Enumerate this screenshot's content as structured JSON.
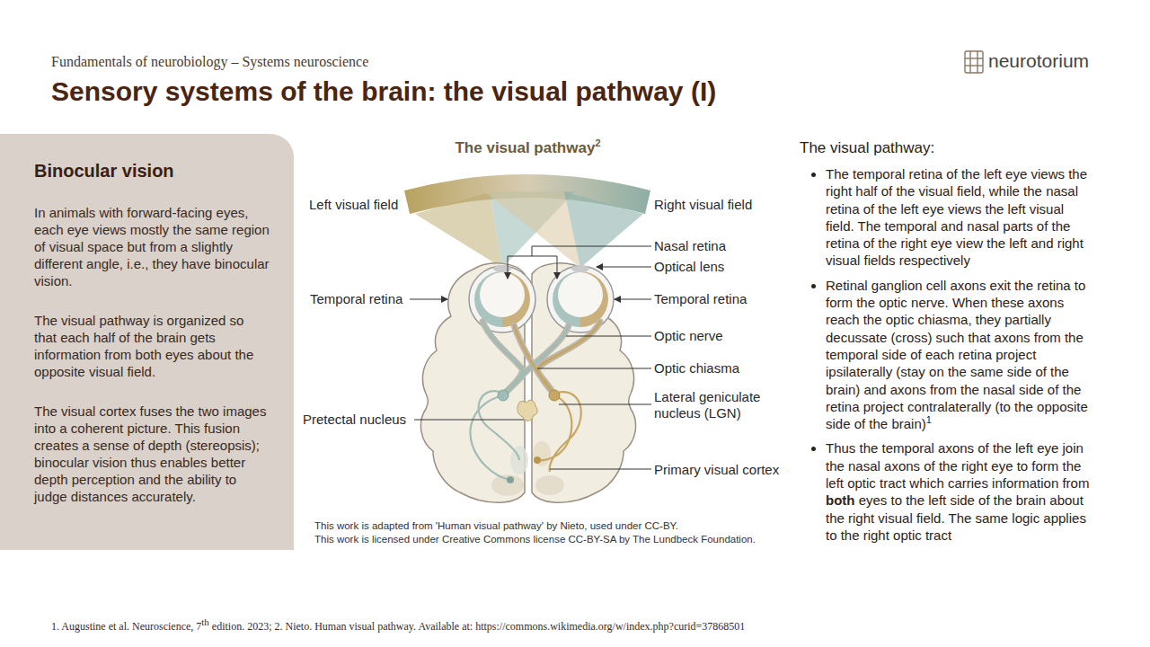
{
  "diagram": {
    "title": "Sensory systems of the brain: the visual pathway (I)",
    "nodes": [
      {
        "text": [
          "Binocular vision",
          "In animals with forward-facing eyes, each eye views mostly the same region of visual space but from a slightly different angle, i.e., they have binocular vision.",
          "The visual pathway is organized so that each half of the brain gets information from both eyes about the opposite visual field.",
          "The visual cortex fuses the two images into a coherent picture. This fusion creates a sense of depth (stereopsis); binocular vision thus enables better depth perception and the ability to judge distances accurately."
        ]
      }
    ],
    "labels": [
      "Fundamentals of neurobiology – Systems neuroscience",
      "neurotorium",
      "The visual pathway",
      "2",
      "Left visual field",
      "Right visual field",
      "Nasal retina",
      "Optical lens",
      "Temporal retina",
      "Temporal retina",
      "Optic nerve",
      "Optic chiasma",
      "Pretectal nucleus",
      "Lateral geniculate nucleus (LGN)",
      "Primary visual cortex",
      "This work is adapted from 'Human visual pathway' by Nieto, used under CC-BY.",
      "This work is licensed under Creative Commons license CC-BY-SA by The Lundbeck Foundation.",
      "The visual pathway:",
      "The temporal retina of the left eye views the right half of the visual field, while the nasal retina of the left eye views the left visual field. The temporal and nasal parts of the retina of the right eye view the left and right visual fields respectively",
      "Retinal ganglion cell axons exit the retina to form the optic nerve. When these axons reach the optic chiasma, they partially decussate (cross) such that axons from the temporal side of each retina project ipsilaterally (stay on the same side of the brain) and axons from the nasal side of the retina project contralaterally (to the opposite side of the brain)",
      "1",
      "Thus the temporal axons of the left eye join the nasal axons of the right eye to form the left optic tract which carries information from",
      "both",
      "eyes to the left side of the brain about the right visual field. The same logic applies to the right optic tract",
      "1. Augustine et al. Neuroscience, 7",
      "th",
      "edition. 2023; 2. Nieto. Human visual pathway. Available at: https://commons.wikimedia.org/w/index.php?curid=37868501"
    ]
  }
}
